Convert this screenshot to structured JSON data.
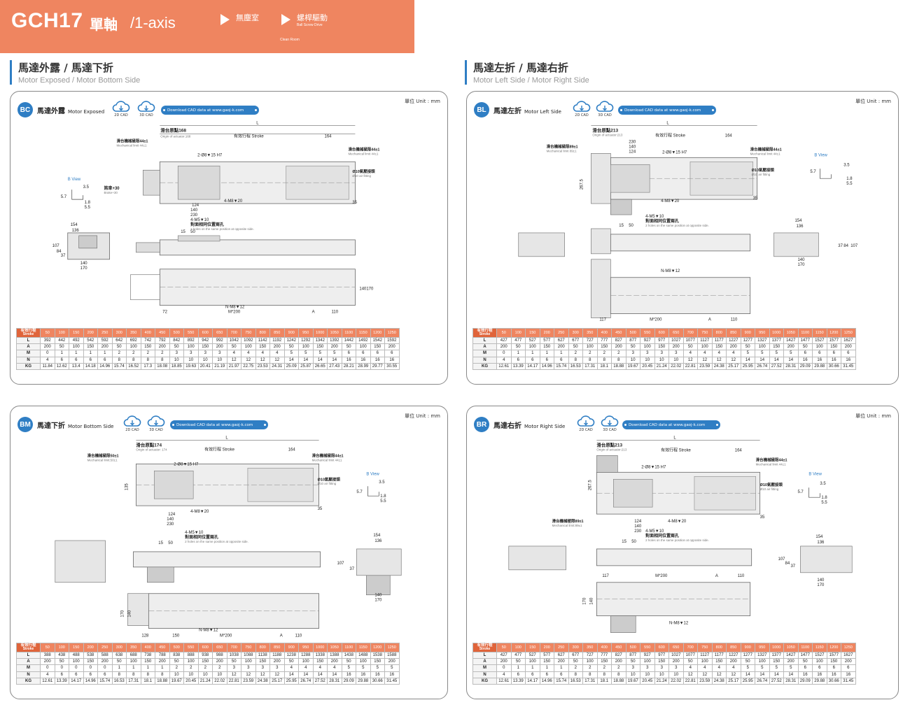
{
  "header": {
    "model": "GCH17",
    "type_cn": "單軸",
    "type_en": "/1-axis",
    "feature1_cn": "無塵室",
    "feature1_en": "Clean Room",
    "feature2_cn": "螺桿驅動",
    "feature2_en": "Ball Screw Drive"
  },
  "sections": [
    {
      "cn": "馬達外露 / 馬達下折",
      "en": "Motor Exposed / Motor Bottom Side"
    },
    {
      "cn": "馬達左折 / 馬達右折",
      "en": "Motor Left Side / Motor Right Side"
    }
  ],
  "common": {
    "unit": "單位 Unit : mm",
    "cad2d": "2D CAD",
    "cad3d": "3D CAD",
    "download": "Download CAD data at www.gaoj-k.com",
    "stroke_cn": "有效行程",
    "stroke_en": "Stroke",
    "b_view": "B View",
    "labels": {
      "L": "L",
      "eff_stroke": "有效行程 Stroke",
      "mech_44": "滑台機械極限44±1",
      "mech_44_en": "Mechanical limit 44±1",
      "screw_hole": "2-Ø8▼15 H7",
      "air_fit": "Ø10氣壓接頭",
      "air_fit_en": "Ø10 air fitting",
      "m8": "4-M8▼20",
      "m5": "4-M5▼10",
      "m5_cn": "對面相同位置兩孔",
      "m5_en": "2 holes on the same position at opposite side.",
      "nm8": "N-M8▼12",
      "mpitch": "M*200",
      "a": "A",
      "d164": "164",
      "d124": "124",
      "d140": "140",
      "d230": "230",
      "d35": "35",
      "d154": "154",
      "d136": "136",
      "d170": "170",
      "d107": "107",
      "d84": "84",
      "d37": "37",
      "d110": "110",
      "d15": "15",
      "d50": "50",
      "d57": "5.7",
      "d35b": "3.5",
      "d18": "1.8",
      "d55": "5.5"
    }
  },
  "panels": [
    {
      "code": "BC",
      "title_cn": "馬達外露",
      "title_en": "Motor Exposed",
      "origin": "滑台原點168",
      "origin_en": "Origin of actuator:168",
      "extra": "煞車+30",
      "extra_en": "Brake+30",
      "left_dim": "72",
      "table": {
        "strokes": [
          "50",
          "100",
          "150",
          "200",
          "250",
          "300",
          "350",
          "400",
          "450",
          "500",
          "550",
          "600",
          "650",
          "700",
          "750",
          "800",
          "850",
          "900",
          "950",
          "1000",
          "1050",
          "1100",
          "1150",
          "1200",
          "1250"
        ],
        "rows": [
          {
            "label": "L",
            "values": [
              "392",
              "442",
              "492",
              "542",
              "592",
              "642",
              "692",
              "742",
              "792",
              "842",
              "892",
              "942",
              "992",
              "1042",
              "1092",
              "1142",
              "1192",
              "1242",
              "1292",
              "1342",
              "1392",
              "1442",
              "1492",
              "1542",
              "1592"
            ]
          },
          {
            "label": "A",
            "values": [
              "200",
              "50",
              "100",
              "150",
              "200",
              "50",
              "100",
              "150",
              "200",
              "50",
              "100",
              "150",
              "200",
              "50",
              "100",
              "150",
              "200",
              "50",
              "100",
              "150",
              "200",
              "50",
              "100",
              "150",
              "200"
            ]
          },
          {
            "label": "M",
            "values": [
              "0",
              "1",
              "1",
              "1",
              "1",
              "2",
              "2",
              "2",
              "2",
              "3",
              "3",
              "3",
              "3",
              "4",
              "4",
              "4",
              "4",
              "5",
              "5",
              "5",
              "5",
              "6",
              "6",
              "6",
              "6"
            ]
          },
          {
            "label": "N",
            "values": [
              "4",
              "6",
              "6",
              "6",
              "6",
              "8",
              "8",
              "8",
              "8",
              "10",
              "10",
              "10",
              "10",
              "12",
              "12",
              "12",
              "12",
              "14",
              "14",
              "14",
              "14",
              "16",
              "16",
              "16",
              "16"
            ]
          },
          {
            "label": "KG",
            "values": [
              "11.84",
              "12.62",
              "13.4",
              "14.18",
              "14.96",
              "15.74",
              "16.52",
              "17.3",
              "18.08",
              "18.85",
              "19.63",
              "20.41",
              "21.19",
              "21.97",
              "22.75",
              "23.53",
              "24.31",
              "25.09",
              "25.87",
              "26.65",
              "27.43",
              "28.21",
              "28.99",
              "29.77",
              "30.55"
            ]
          }
        ]
      }
    },
    {
      "code": "BL",
      "title_cn": "馬達左折",
      "title_en": "Motor Left Side",
      "origin": "滑台原點213",
      "origin_en": "Origin of actuator:213",
      "mech89": "滑台機械極限89±1",
      "mech89_en": "Mechanical limit 89±1",
      "d2675": "267.5",
      "left_dim": "117",
      "table": {
        "strokes": [
          "50",
          "100",
          "150",
          "200",
          "250",
          "300",
          "350",
          "400",
          "450",
          "500",
          "550",
          "600",
          "650",
          "700",
          "750",
          "800",
          "850",
          "900",
          "950",
          "1000",
          "1050",
          "1100",
          "1150",
          "1200",
          "1250"
        ],
        "rows": [
          {
            "label": "L",
            "values": [
              "427",
              "477",
              "527",
              "577",
              "627",
              "677",
              "727",
              "777",
              "827",
              "877",
              "927",
              "977",
              "1027",
              "1077",
              "1127",
              "1177",
              "1227",
              "1277",
              "1327",
              "1377",
              "1427",
              "1477",
              "1527",
              "1577",
              "1627"
            ]
          },
          {
            "label": "A",
            "values": [
              "200",
              "50",
              "100",
              "150",
              "200",
              "50",
              "100",
              "150",
              "200",
              "50",
              "100",
              "150",
              "200",
              "50",
              "100",
              "150",
              "200",
              "50",
              "100",
              "150",
              "200",
              "50",
              "100",
              "150",
              "200"
            ]
          },
          {
            "label": "M",
            "values": [
              "0",
              "1",
              "1",
              "1",
              "1",
              "2",
              "2",
              "2",
              "2",
              "3",
              "3",
              "3",
              "3",
              "4",
              "4",
              "4",
              "4",
              "5",
              "5",
              "5",
              "5",
              "6",
              "6",
              "6",
              "6"
            ]
          },
          {
            "label": "N",
            "values": [
              "4",
              "6",
              "6",
              "6",
              "6",
              "8",
              "8",
              "8",
              "8",
              "10",
              "10",
              "10",
              "10",
              "12",
              "12",
              "12",
              "12",
              "14",
              "14",
              "14",
              "14",
              "16",
              "16",
              "16",
              "16"
            ]
          },
          {
            "label": "KG",
            "values": [
              "12.61",
              "13.39",
              "14.17",
              "14.96",
              "15.74",
              "16.53",
              "17.31",
              "18.1",
              "18.88",
              "19.67",
              "20.45",
              "21.24",
              "22.02",
              "22.81",
              "23.59",
              "24.38",
              "25.17",
              "25.95",
              "26.74",
              "27.52",
              "28.31",
              "29.09",
              "29.88",
              "30.66",
              "31.45"
            ]
          }
        ]
      }
    },
    {
      "code": "BM",
      "title_cn": "馬達下折",
      "title_en": "Motor Bottom Side",
      "origin": "滑台原點174",
      "origin_en": "Origin of actuator: 174",
      "mech50": "滑台機械極限50±1",
      "mech50_en": "Mechanical limit:50±1",
      "d135": "135",
      "left_dim": "128",
      "d150": "150",
      "table": {
        "strokes": [
          "50",
          "100",
          "150",
          "200",
          "250",
          "300",
          "350",
          "400",
          "450",
          "500",
          "550",
          "600",
          "650",
          "700",
          "750",
          "800",
          "850",
          "900",
          "950",
          "1000",
          "1050",
          "1100",
          "1150",
          "1200",
          "1250"
        ],
        "rows": [
          {
            "label": "L",
            "values": [
              "388",
              "438",
              "488",
              "538",
              "588",
              "638",
              "688",
              "738",
              "788",
              "838",
              "888",
              "938",
              "988",
              "1038",
              "1088",
              "1138",
              "1188",
              "1238",
              "1288",
              "1338",
              "1388",
              "1438",
              "1488",
              "1538",
              "1588"
            ]
          },
          {
            "label": "A",
            "values": [
              "200",
              "50",
              "100",
              "150",
              "200",
              "50",
              "100",
              "150",
              "200",
              "50",
              "100",
              "150",
              "200",
              "50",
              "100",
              "150",
              "200",
              "50",
              "100",
              "150",
              "200",
              "50",
              "100",
              "150",
              "200"
            ]
          },
          {
            "label": "M",
            "values": [
              "0",
              "0",
              "0",
              "0",
              "0",
              "1",
              "1",
              "1",
              "1",
              "2",
              "2",
              "2",
              "2",
              "3",
              "3",
              "3",
              "3",
              "4",
              "4",
              "4",
              "4",
              "5",
              "5",
              "5",
              "5"
            ]
          },
          {
            "label": "N",
            "values": [
              "4",
              "6",
              "6",
              "6",
              "6",
              "8",
              "8",
              "8",
              "8",
              "10",
              "10",
              "10",
              "10",
              "12",
              "12",
              "12",
              "12",
              "14",
              "14",
              "14",
              "14",
              "16",
              "16",
              "16",
              "16"
            ]
          },
          {
            "label": "KG",
            "values": [
              "12.61",
              "13.39",
              "14.17",
              "14.96",
              "15.74",
              "16.53",
              "17.31",
              "18.1",
              "18.88",
              "19.67",
              "20.45",
              "21.24",
              "22.02",
              "22.81",
              "23.59",
              "24.38",
              "25.17",
              "25.95",
              "26.74",
              "27.52",
              "28.31",
              "29.09",
              "29.88",
              "30.66",
              "31.45"
            ]
          }
        ]
      }
    },
    {
      "code": "BR",
      "title_cn": "馬達右折",
      "title_en": "Motor Right Side",
      "origin": "滑台原點213",
      "origin_en": "Origin of actuator:213",
      "mech89": "滑台機械極限89±1",
      "mech89_en": "Mechanical limit:89±1",
      "d2675": "267.5",
      "left_dim": "117",
      "table": {
        "strokes": [
          "50",
          "100",
          "150",
          "200",
          "250",
          "300",
          "350",
          "400",
          "450",
          "500",
          "550",
          "600",
          "650",
          "700",
          "750",
          "800",
          "850",
          "900",
          "950",
          "1000",
          "1050",
          "1100",
          "1150",
          "1200",
          "1250"
        ],
        "rows": [
          {
            "label": "L",
            "values": [
              "427",
              "477",
              "527",
              "577",
              "627",
              "677",
              "727",
              "777",
              "827",
              "877",
              "927",
              "977",
              "1027",
              "1077",
              "1127",
              "1177",
              "1227",
              "1277",
              "1327",
              "1377",
              "1427",
              "1477",
              "1527",
              "1577",
              "1627"
            ]
          },
          {
            "label": "A",
            "values": [
              "200",
              "50",
              "100",
              "150",
              "200",
              "50",
              "100",
              "150",
              "200",
              "50",
              "100",
              "150",
              "200",
              "50",
              "100",
              "150",
              "200",
              "50",
              "100",
              "150",
              "200",
              "50",
              "100",
              "150",
              "200"
            ]
          },
          {
            "label": "M",
            "values": [
              "0",
              "1",
              "1",
              "1",
              "1",
              "2",
              "2",
              "2",
              "2",
              "3",
              "3",
              "3",
              "3",
              "4",
              "4",
              "4",
              "4",
              "5",
              "5",
              "5",
              "5",
              "6",
              "6",
              "6",
              "6"
            ]
          },
          {
            "label": "N",
            "values": [
              "4",
              "6",
              "6",
              "6",
              "6",
              "8",
              "8",
              "8",
              "8",
              "10",
              "10",
              "10",
              "10",
              "12",
              "12",
              "12",
              "12",
              "14",
              "14",
              "14",
              "14",
              "16",
              "16",
              "16",
              "16"
            ]
          },
          {
            "label": "KG",
            "values": [
              "12.61",
              "13.39",
              "14.17",
              "14.96",
              "15.74",
              "16.53",
              "17.31",
              "18.1",
              "18.88",
              "19.67",
              "20.45",
              "21.24",
              "22.02",
              "22.81",
              "23.59",
              "24.38",
              "25.17",
              "25.95",
              "26.74",
              "27.52",
              "28.31",
              "29.09",
              "29.88",
              "30.66",
              "31.45"
            ]
          }
        ]
      }
    }
  ]
}
